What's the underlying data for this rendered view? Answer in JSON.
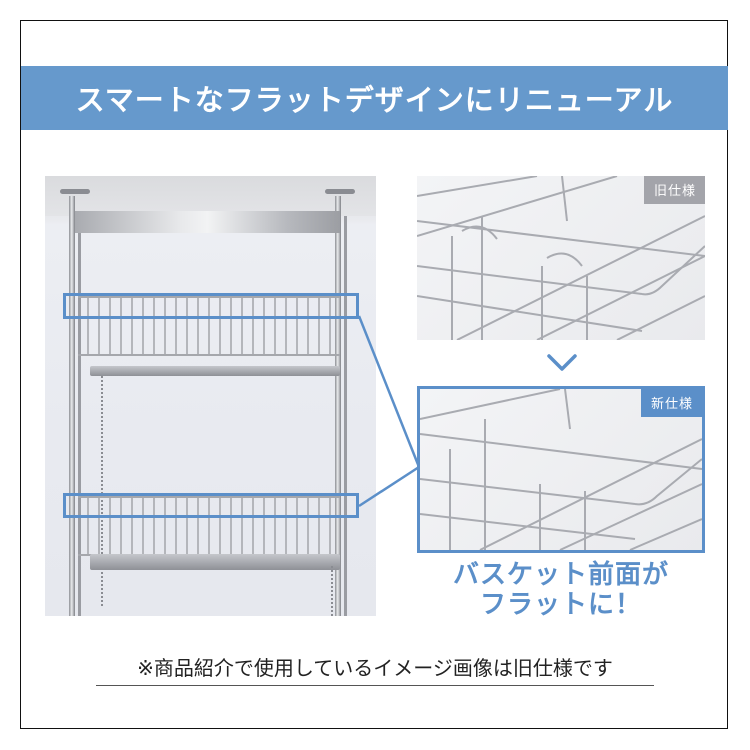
{
  "banner": {
    "title": "スマートなフラットデザインにリニューアル",
    "background": "#6699cc"
  },
  "left_photo": {
    "subject": "stainless-steel-tension-rack-with-two-baskets",
    "highlights": [
      "upper-basket-front-edge",
      "lower-basket-front-edge"
    ],
    "highlight_color": "#5b8fc9"
  },
  "comparison": {
    "old": {
      "label": "旧仕様",
      "label_color": "#a3a4aa"
    },
    "arrow_icon": "chevron-down-icon",
    "new": {
      "label": "新仕様",
      "label_color": "#5b8fc9"
    }
  },
  "caption": {
    "line1": "バスケット前面が",
    "line2": "フラットに！",
    "color": "#5b8fc9"
  },
  "footnote": {
    "text": "※商品紹介で使用しているイメージ画像は旧仕様です"
  }
}
